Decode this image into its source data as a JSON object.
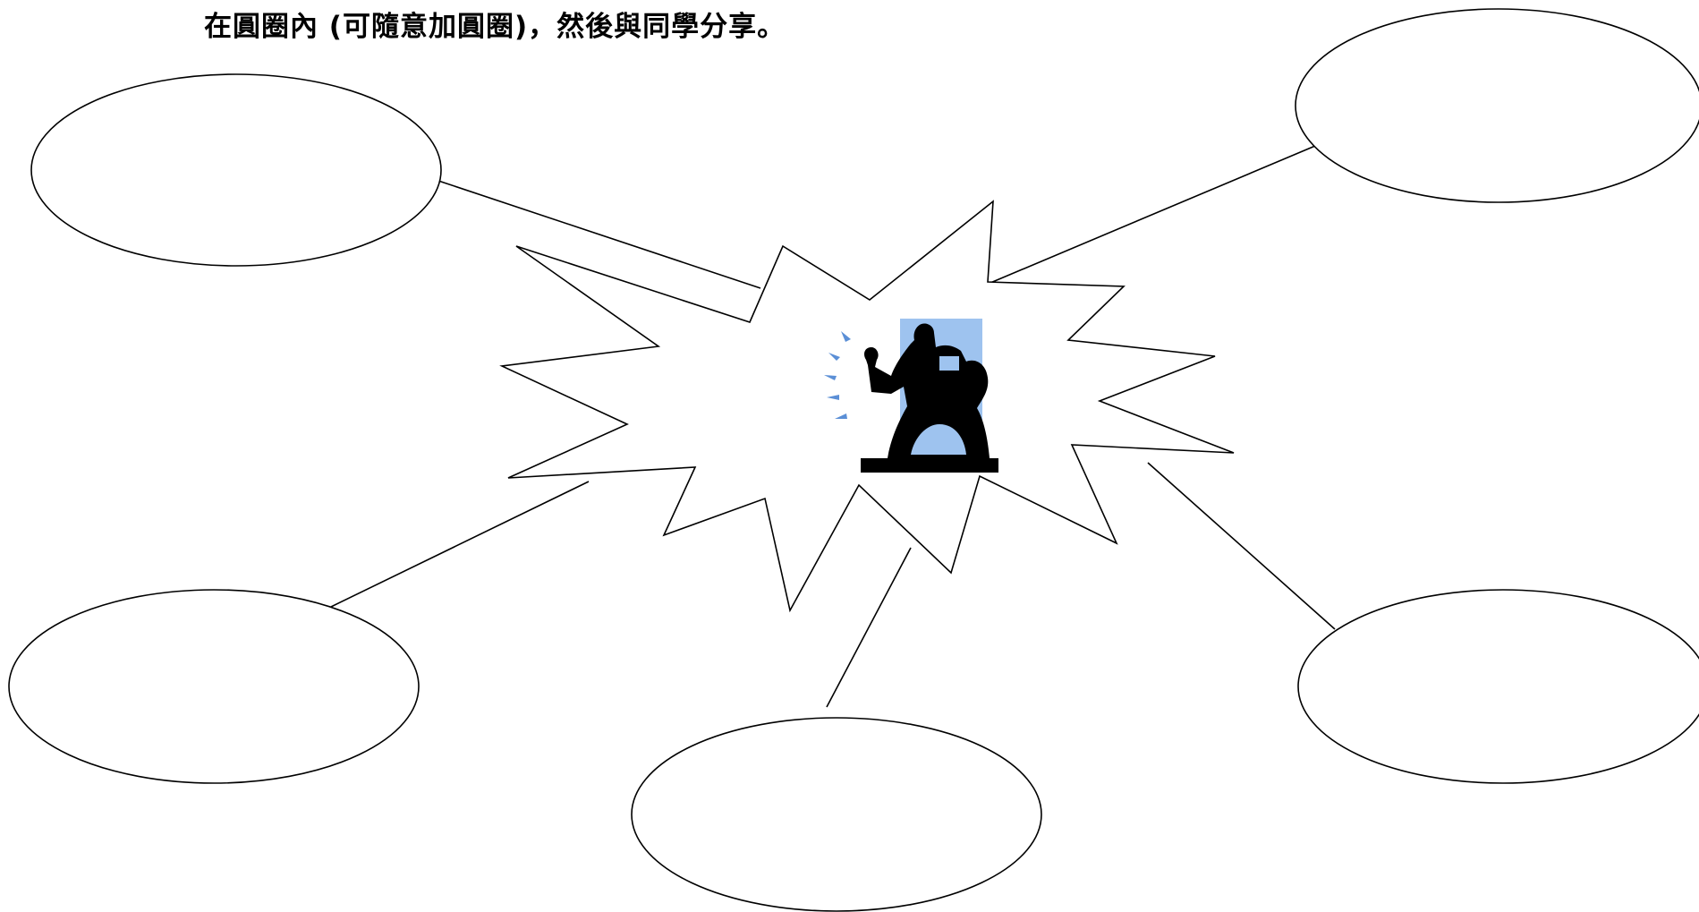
{
  "instruction_text": "在圓圈內 (可隨意加圓圈)，然後與同學分享。",
  "colors": {
    "stroke": "#000000",
    "background": "#ffffff",
    "clipart_backdrop": "#9ec3ef",
    "clipart_figure": "#000000",
    "sound_marks": "#5b8fd6"
  },
  "diagram": {
    "center_shape": "starburst",
    "center_icon": "person-with-microphone-clipart",
    "bubbles": [
      {
        "name": "bubble-top-left",
        "text": ""
      },
      {
        "name": "bubble-top-right",
        "text": ""
      },
      {
        "name": "bubble-bottom-left",
        "text": ""
      },
      {
        "name": "bubble-bottom-center",
        "text": ""
      },
      {
        "name": "bubble-bottom-right",
        "text": ""
      }
    ]
  }
}
